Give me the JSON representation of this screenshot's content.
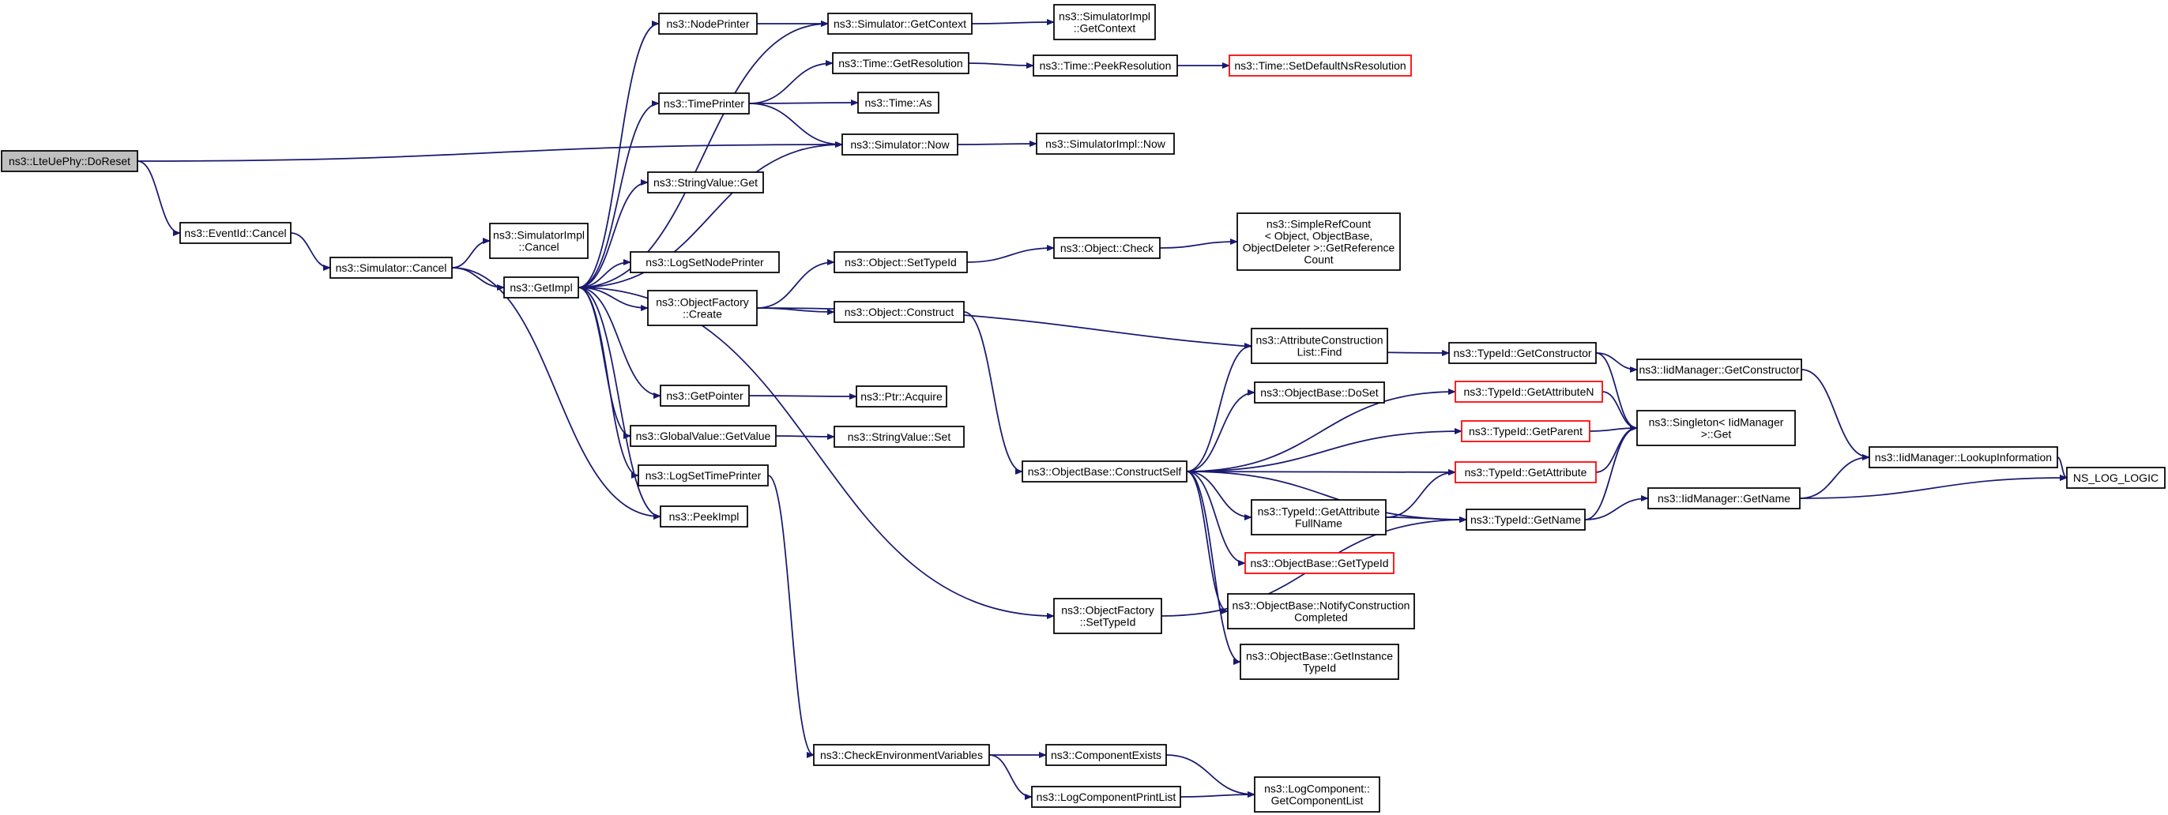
{
  "colors": {
    "edge": "#191970",
    "node_border": "#000000",
    "truncated_border": "#ff0000",
    "root_fill": "#bfbfbf",
    "node_fill": "#ffffff"
  },
  "nodes": {
    "doreset": {
      "lines": [
        "ns3::LteUePhy::DoReset"
      ],
      "kind": "root"
    },
    "eventid_cancel": {
      "lines": [
        "ns3::EventId::Cancel"
      ]
    },
    "sim_cancel": {
      "lines": [
        "ns3::Simulator::Cancel"
      ]
    },
    "simimpl_cancel": {
      "lines": [
        "ns3::SimulatorImpl",
        "::Cancel"
      ]
    },
    "getimpl": {
      "lines": [
        "ns3::GetImpl"
      ]
    },
    "nodeprinter": {
      "lines": [
        "ns3::NodePrinter"
      ]
    },
    "sim_getcontext": {
      "lines": [
        "ns3::Simulator::GetContext"
      ]
    },
    "simimpl_getcontext": {
      "lines": [
        "ns3::SimulatorImpl",
        "::GetContext"
      ]
    },
    "timeprinter": {
      "lines": [
        "ns3::TimePrinter"
      ]
    },
    "time_getres": {
      "lines": [
        "ns3::Time::GetResolution"
      ]
    },
    "time_peekres": {
      "lines": [
        "ns3::Time::PeekResolution"
      ]
    },
    "time_setdefault": {
      "lines": [
        "ns3::Time::SetDefaultNsResolution"
      ],
      "kind": "truncated"
    },
    "time_as": {
      "lines": [
        "ns3::Time::As"
      ]
    },
    "sim_now": {
      "lines": [
        "ns3::Simulator::Now"
      ]
    },
    "simimpl_now": {
      "lines": [
        "ns3::SimulatorImpl::Now"
      ]
    },
    "stringvalue_get": {
      "lines": [
        "ns3::StringValue::Get"
      ]
    },
    "logsetnodeprinter": {
      "lines": [
        "ns3::LogSetNodePrinter"
      ]
    },
    "objfactory_create": {
      "lines": [
        "ns3::ObjectFactory",
        "::Create"
      ]
    },
    "object_settypeid": {
      "lines": [
        "ns3::Object::SetTypeId"
      ]
    },
    "object_check": {
      "lines": [
        "ns3::Object::Check"
      ]
    },
    "simplerefcount": {
      "lines": [
        "ns3::SimpleRefCount",
        "< Object, ObjectBase,",
        "ObjectDeleter >::GetReference",
        "Count"
      ]
    },
    "object_construct": {
      "lines": [
        "ns3::Object::Construct"
      ]
    },
    "getpointer": {
      "lines": [
        "ns3::GetPointer"
      ]
    },
    "ptr_acquire": {
      "lines": [
        "ns3::Ptr::Acquire"
      ]
    },
    "globalvalue_getvalue": {
      "lines": [
        "ns3::GlobalValue::GetValue"
      ]
    },
    "stringvalue_set": {
      "lines": [
        "ns3::StringValue::Set"
      ]
    },
    "logsettimeprinter": {
      "lines": [
        "ns3::LogSetTimePrinter"
      ]
    },
    "peekimpl": {
      "lines": [
        "ns3::PeekImpl"
      ]
    },
    "objbase_constructself": {
      "lines": [
        "ns3::ObjectBase::ConstructSelf"
      ]
    },
    "attrconstructionlist_find": {
      "lines": [
        "ns3::AttributeConstruction",
        "List::Find"
      ]
    },
    "objbase_doset": {
      "lines": [
        "ns3::ObjectBase::DoSet"
      ]
    },
    "typeid_getconstructor": {
      "lines": [
        "ns3::TypeId::GetConstructor"
      ]
    },
    "iidmanager_getconstructor": {
      "lines": [
        "ns3::IidManager::GetConstructor"
      ]
    },
    "typeid_getattributen": {
      "lines": [
        "ns3::TypeId::GetAttributeN"
      ],
      "kind": "truncated"
    },
    "singleton_get": {
      "lines": [
        "ns3::Singleton< IidManager",
        ">::Get"
      ]
    },
    "typeid_getparent": {
      "lines": [
        "ns3::TypeId::GetParent"
      ],
      "kind": "truncated"
    },
    "iidmanager_lookup": {
      "lines": [
        "ns3::IidManager::LookupInformation"
      ]
    },
    "ns_log_logic": {
      "lines": [
        "NS_LOG_LOGIC"
      ]
    },
    "typeid_getattribute": {
      "lines": [
        "ns3::TypeId::GetAttribute"
      ],
      "kind": "truncated"
    },
    "typeid_getattrfullname": {
      "lines": [
        "ns3::TypeId::GetAttribute",
        "FullName"
      ]
    },
    "typeid_getname": {
      "lines": [
        "ns3::TypeId::GetName"
      ]
    },
    "iidmanager_getname": {
      "lines": [
        "ns3::IidManager::GetName"
      ]
    },
    "objbase_gettypeid": {
      "lines": [
        "ns3::ObjectBase::GetTypeId"
      ],
      "kind": "truncated"
    },
    "objbase_notify": {
      "lines": [
        "ns3::ObjectBase::NotifyConstruction",
        "Completed"
      ]
    },
    "objfactory_settypeid": {
      "lines": [
        "ns3::ObjectFactory",
        "::SetTypeId"
      ]
    },
    "objbase_getinstancetypeid": {
      "lines": [
        "ns3::ObjectBase::GetInstance",
        "TypeId"
      ]
    },
    "checkenv": {
      "lines": [
        "ns3::CheckEnvironmentVariables"
      ]
    },
    "componentexists": {
      "lines": [
        "ns3::ComponentExists"
      ]
    },
    "logcomponentprintlist": {
      "lines": [
        "ns3::LogComponentPrintList"
      ]
    },
    "logcomponent_getlist": {
      "lines": [
        "ns3::LogComponent::",
        "GetComponentList"
      ]
    }
  },
  "edges": [
    [
      "doreset",
      "eventid_cancel"
    ],
    [
      "doreset",
      "sim_now"
    ],
    [
      "eventid_cancel",
      "sim_cancel"
    ],
    [
      "sim_cancel",
      "simimpl_cancel"
    ],
    [
      "sim_cancel",
      "getimpl"
    ],
    [
      "sim_cancel",
      "peekimpl"
    ],
    [
      "getimpl",
      "nodeprinter"
    ],
    [
      "getimpl",
      "sim_getcontext"
    ],
    [
      "getimpl",
      "timeprinter"
    ],
    [
      "getimpl",
      "sim_now"
    ],
    [
      "getimpl",
      "stringvalue_get"
    ],
    [
      "getimpl",
      "logsetnodeprinter"
    ],
    [
      "getimpl",
      "objfactory_create"
    ],
    [
      "getimpl",
      "objfactory_settypeid"
    ],
    [
      "getimpl",
      "getpointer"
    ],
    [
      "getimpl",
      "globalvalue_getvalue"
    ],
    [
      "getimpl",
      "logsettimeprinter"
    ],
    [
      "getimpl",
      "peekimpl"
    ],
    [
      "nodeprinter",
      "sim_getcontext"
    ],
    [
      "sim_getcontext",
      "simimpl_getcontext"
    ],
    [
      "timeprinter",
      "time_getres"
    ],
    [
      "timeprinter",
      "time_as"
    ],
    [
      "timeprinter",
      "sim_now"
    ],
    [
      "time_getres",
      "time_peekres"
    ],
    [
      "time_peekres",
      "time_setdefault"
    ],
    [
      "sim_now",
      "simimpl_now"
    ],
    [
      "objfactory_create",
      "object_settypeid"
    ],
    [
      "objfactory_create",
      "object_construct"
    ],
    [
      "objfactory_create",
      "typeid_getconstructor"
    ],
    [
      "object_settypeid",
      "object_check"
    ],
    [
      "object_check",
      "simplerefcount"
    ],
    [
      "object_construct",
      "objbase_constructself"
    ],
    [
      "getpointer",
      "ptr_acquire"
    ],
    [
      "globalvalue_getvalue",
      "stringvalue_set"
    ],
    [
      "logsettimeprinter",
      "checkenv"
    ],
    [
      "objbase_constructself",
      "attrconstructionlist_find"
    ],
    [
      "objbase_constructself",
      "objbase_doset"
    ],
    [
      "objbase_constructself",
      "typeid_getattributen"
    ],
    [
      "objbase_constructself",
      "typeid_getparent"
    ],
    [
      "objbase_constructself",
      "typeid_getattribute"
    ],
    [
      "objbase_constructself",
      "typeid_getattrfullname"
    ],
    [
      "objbase_constructself",
      "objbase_gettypeid"
    ],
    [
      "objbase_constructself",
      "objbase_notify"
    ],
    [
      "objbase_constructself",
      "objbase_getinstancetypeid"
    ],
    [
      "objbase_constructself",
      "typeid_getname"
    ],
    [
      "typeid_getconstructor",
      "iidmanager_getconstructor"
    ],
    [
      "typeid_getconstructor",
      "singleton_get"
    ],
    [
      "iidmanager_getconstructor",
      "iidmanager_lookup"
    ],
    [
      "typeid_getattributen",
      "singleton_get"
    ],
    [
      "typeid_getparent",
      "singleton_get"
    ],
    [
      "typeid_getattribute",
      "singleton_get"
    ],
    [
      "typeid_getattrfullname",
      "typeid_getattribute"
    ],
    [
      "typeid_getattrfullname",
      "typeid_getname"
    ],
    [
      "typeid_getname",
      "singleton_get"
    ],
    [
      "typeid_getname",
      "iidmanager_getname"
    ],
    [
      "iidmanager_lookup",
      "ns_log_logic"
    ],
    [
      "iidmanager_getname",
      "iidmanager_lookup"
    ],
    [
      "iidmanager_getname",
      "ns_log_logic"
    ],
    [
      "objfactory_settypeid",
      "typeid_getname"
    ],
    [
      "checkenv",
      "componentexists"
    ],
    [
      "checkenv",
      "logcomponentprintlist"
    ],
    [
      "componentexists",
      "logcomponent_getlist"
    ],
    [
      "logcomponentprintlist",
      "logcomponent_getlist"
    ]
  ]
}
